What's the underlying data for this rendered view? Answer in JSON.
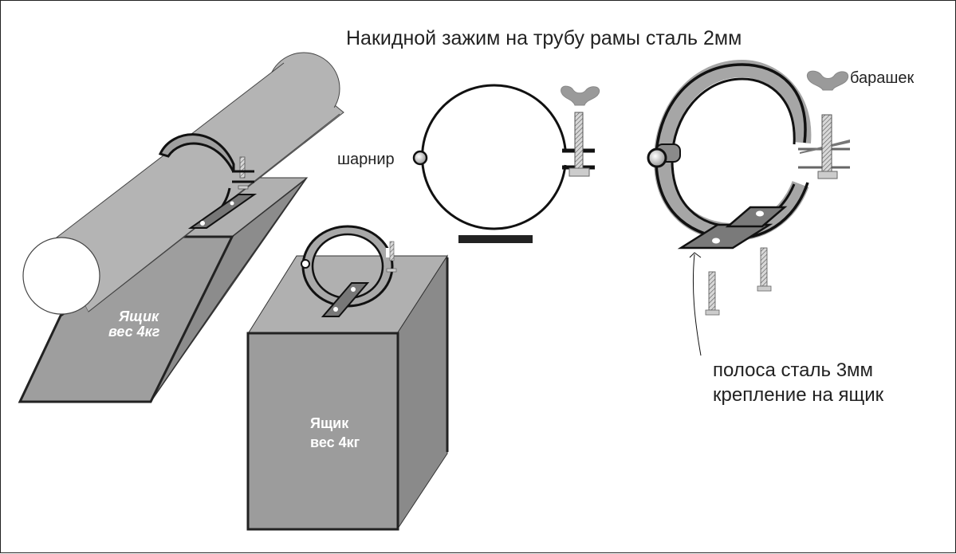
{
  "diagram": {
    "title": "Накидной зажим на трубу рамы сталь 2мм",
    "labels": {
      "hinge": "шарнир",
      "wing_nut": "барашек",
      "strip_line1": "полоса сталь 3мм",
      "strip_line2": "крепление на ящик"
    },
    "boxes": [
      {
        "line1": "Ящик",
        "line2": "вес 4кг"
      },
      {
        "line1": "Ящик",
        "line2": "вес 4кг"
      }
    ],
    "colors": {
      "background": "#ffffff",
      "outline": "#222222",
      "steel_light": "#b4b4b4",
      "steel_mid": "#9c9c9c",
      "steel_dark": "#7e7e7e",
      "clamp_band": "#a8a8a8",
      "bolt_fill": "#cfcfcf"
    }
  }
}
